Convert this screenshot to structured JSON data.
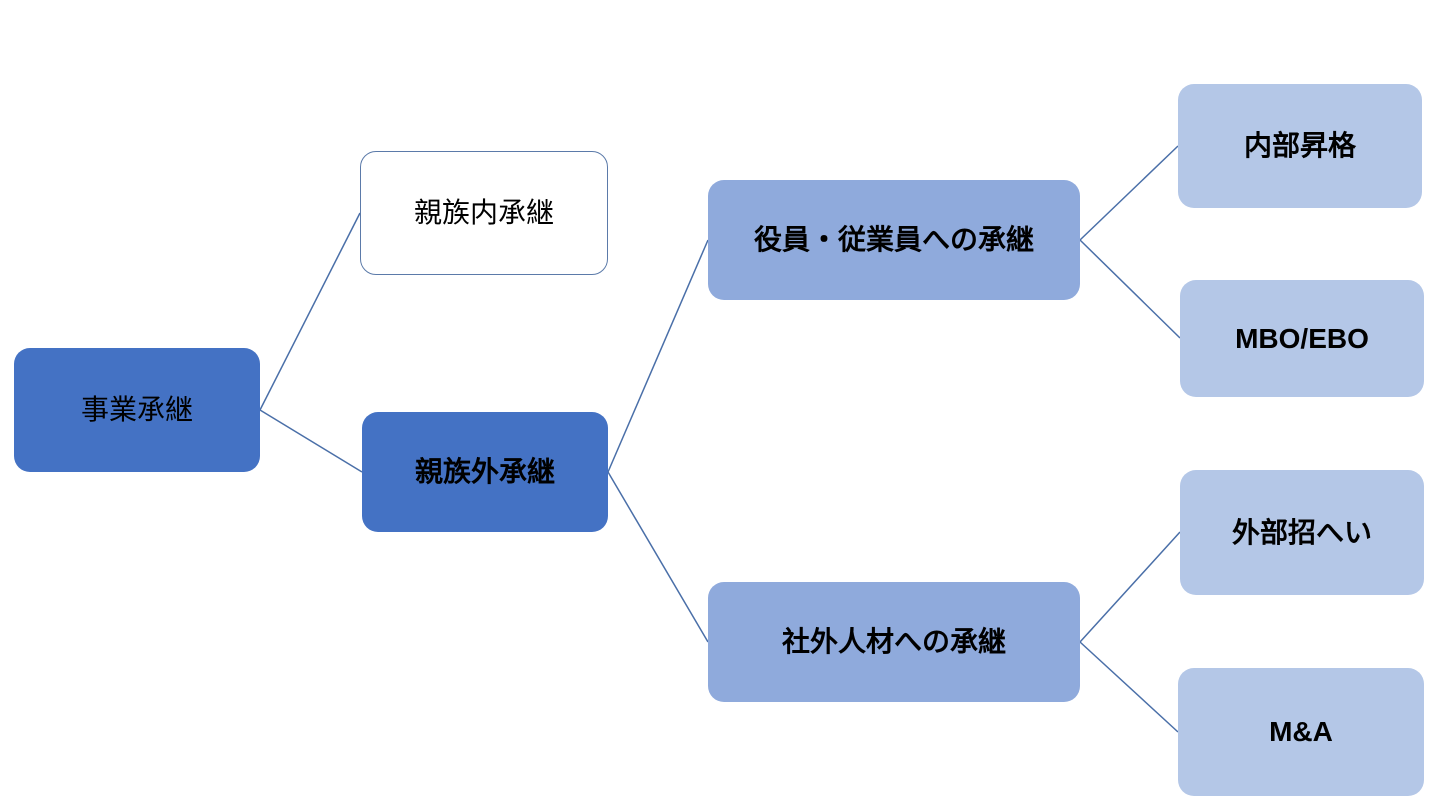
{
  "colors": {
    "root_fill": "#4472C4",
    "branch_fill": "#8FAADC",
    "leaf_fill": "#B4C7E7",
    "outline": "#5B7AA9",
    "connector": "#4A6FA8",
    "text": "#000000",
    "background": "#FFFFFF"
  },
  "nodes": {
    "business_succession": {
      "label": "事業承継"
    },
    "family_internal": {
      "label": "親族内承継"
    },
    "family_external": {
      "label": "親族外承継"
    },
    "officer_employee": {
      "label": "役員・従業員への承継"
    },
    "external_talent": {
      "label": "社外人材への承継"
    },
    "internal_promotion": {
      "label": "内部昇格"
    },
    "mbo_ebo": {
      "label": "MBO/EBO"
    },
    "external_recruitment": {
      "label": "外部招へい"
    },
    "m_and_a": {
      "label": "M&A"
    }
  },
  "edges": [
    {
      "from": "business_succession",
      "to": "family_internal"
    },
    {
      "from": "business_succession",
      "to": "family_external"
    },
    {
      "from": "family_external",
      "to": "officer_employee"
    },
    {
      "from": "family_external",
      "to": "external_talent"
    },
    {
      "from": "officer_employee",
      "to": "internal_promotion"
    },
    {
      "from": "officer_employee",
      "to": "mbo_ebo"
    },
    {
      "from": "external_talent",
      "to": "external_recruitment"
    },
    {
      "from": "external_talent",
      "to": "m_and_a"
    }
  ]
}
